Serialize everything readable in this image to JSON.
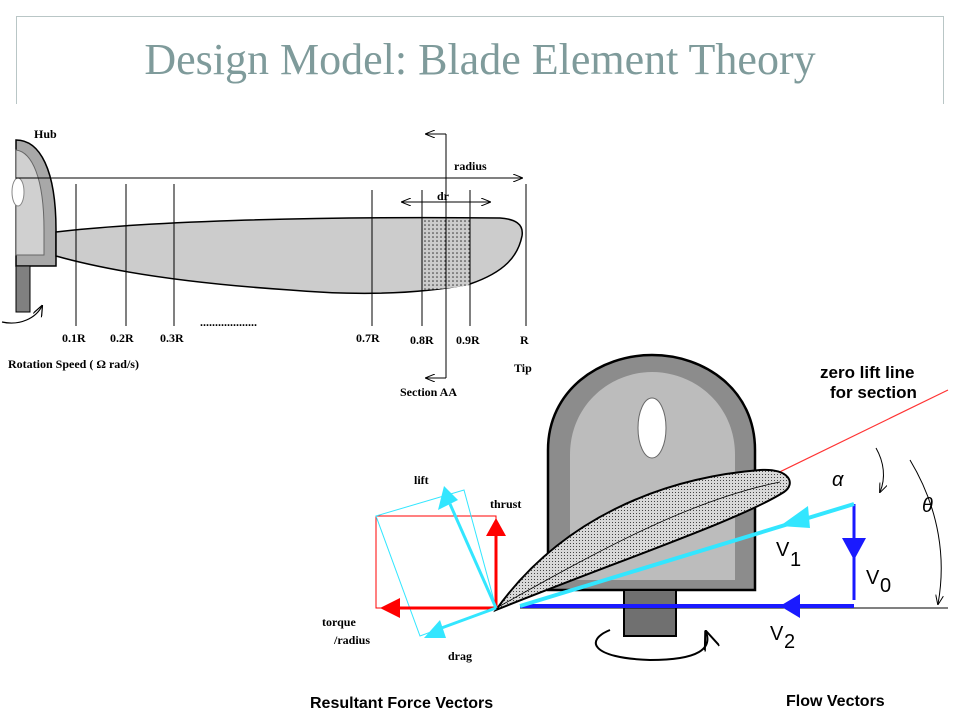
{
  "slide": {
    "title": "Design Model: Blade Element Theory"
  },
  "top_diagram": {
    "hub": "Hub",
    "radius": "radius",
    "dr": "dr",
    "stations": [
      "0.1R",
      "0.2R",
      "0.3R",
      "0.7R",
      "0.8R",
      "0.9R",
      "R"
    ],
    "dots": "...................",
    "rotation": "Rotation Speed ( Ω rad/s)",
    "section": "Section AA",
    "tip": "Tip"
  },
  "bottom_diagram": {
    "zero_lift_1": "zero lift line",
    "zero_lift_2": "for section",
    "alpha": "α",
    "theta": "θ",
    "lift": "lift",
    "thrust": "thrust",
    "torque_1": "torque",
    "torque_2": "/radius",
    "drag": "drag",
    "v1": "V",
    "v1_sub": "1",
    "v0": "V",
    "v0_sub": "0",
    "v2": "V",
    "v2_sub": "2",
    "resultant": "Resultant Force Vectors",
    "flow": "Flow Vectors"
  },
  "colors": {
    "red": "#ff0000",
    "cyan": "#33e6ff",
    "blue": "#1a1aff",
    "title": "#7f9b9b"
  }
}
